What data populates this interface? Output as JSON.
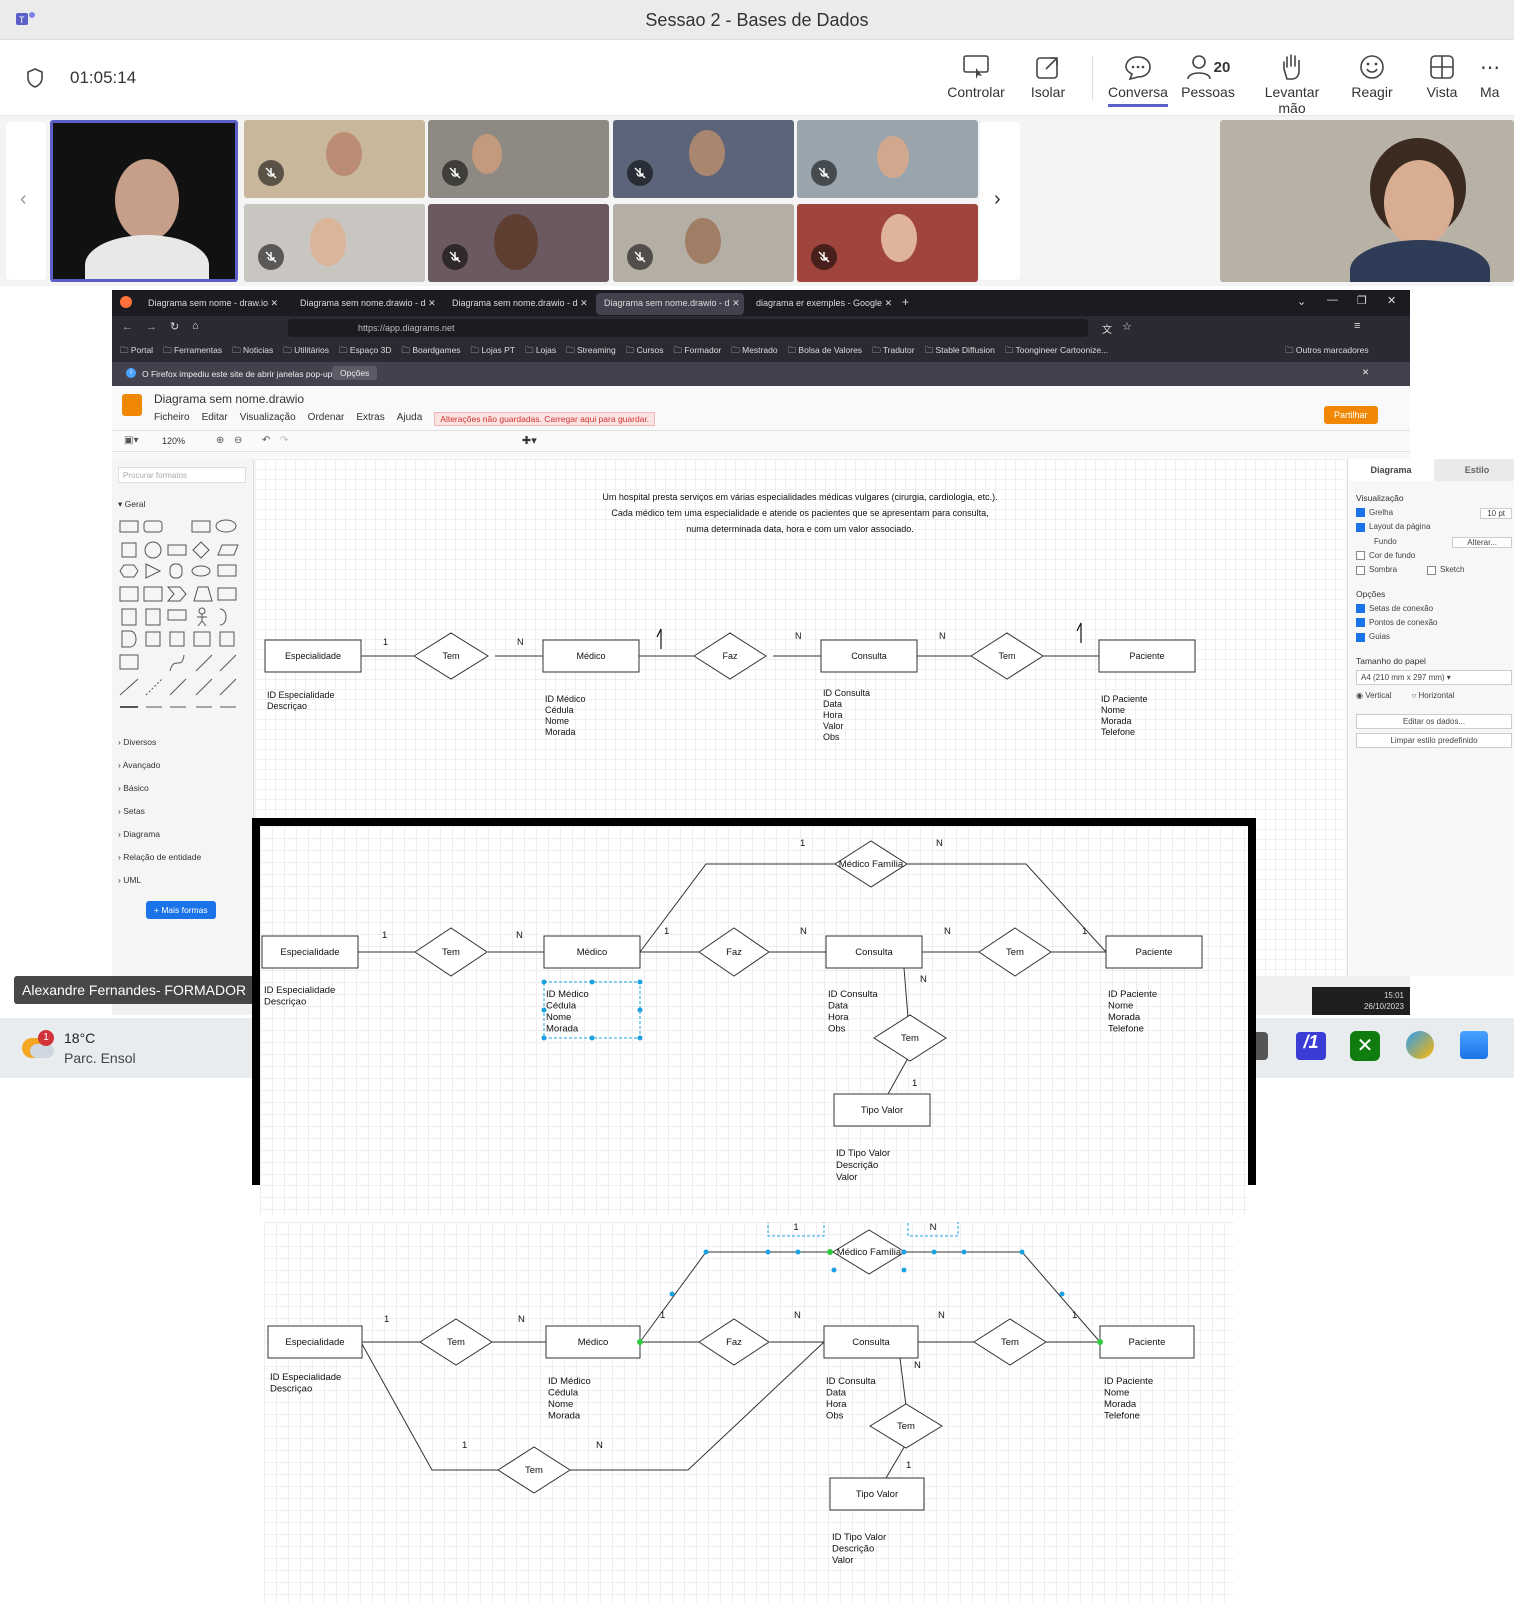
{
  "window_title": "Sessao 2 - Bases de Dados",
  "meeting": {
    "timer": "01:05:14",
    "buttons": [
      {
        "label": "Controlar",
        "icon": "share-screen-icon"
      },
      {
        "label": "Isolar",
        "icon": "pop-out-icon"
      },
      {
        "label": "Conversa",
        "icon": "chat-icon"
      },
      {
        "label": "Pessoas",
        "icon": "people-icon",
        "count": "20"
      },
      {
        "label": "Levantar mão",
        "icon": "raise-hand-icon"
      },
      {
        "label": "Reagir",
        "icon": "emoji-icon"
      },
      {
        "label": "Vista",
        "icon": "grid-view-icon"
      },
      {
        "label": "Ma",
        "icon": "more-icon"
      }
    ],
    "presenter_label": "Alexandre Fernandes- FORMADOR"
  },
  "browser": {
    "tabs": [
      "Diagrama sem nome - draw.io",
      "Diagrama sem nome.drawio - d",
      "Diagrama sem nome.drawio - d",
      "Diagrama sem nome.drawio - d",
      "diagrama er exemples - Google"
    ],
    "url": "https://app.diagrams.net",
    "bookmarks": [
      "Portal",
      "Ferramentas",
      "Noticias",
      "Utilitários",
      "Espaço 3D",
      "Boardgames",
      "Lojas PT",
      "Lojas",
      "Streaming",
      "Cursos",
      "Formador",
      "Mestrado",
      "Bolsa de Valores",
      "Tradutor",
      "Stable Diffusion",
      "Toongineer Cartoonize...",
      "Outros marcadores"
    ],
    "popup_note": "O Firefox impediu este site de abrir janelas pop-up.",
    "popup_btn": "Opções"
  },
  "drawio": {
    "filename": "Diagrama sem nome.drawio",
    "menu": [
      "Ficheiro",
      "Editar",
      "Visualização",
      "Ordenar",
      "Extras",
      "Ajuda"
    ],
    "unsaved": "Alterações não guardadas. Carregar aqui para guardar.",
    "share": "Partilhar",
    "zoom": "120%",
    "search_placeholder": "Procurar formatos",
    "general": "Geral",
    "sections": [
      "Diversos",
      "Avançado",
      "Básico",
      "Setas",
      "Diagrama",
      "Relação de entidade",
      "UML"
    ],
    "more_shapes": "+ Mais formas",
    "format_tabs": [
      "Diagrama",
      "Estilo"
    ],
    "format": {
      "view_title": "Visualização",
      "grid": "Grelha",
      "grid_size": "10 pt",
      "page_layout": "Layout da página",
      "background": "Fundo",
      "change": "Alterar...",
      "bgcolor": "Cor de fundo",
      "shadow": "Sombra",
      "sketch": "Sketch",
      "options": "Opções",
      "conn_arrows": "Setas de conexão",
      "conn_points": "Pontos de conexão",
      "guides": "Guias",
      "paper_size": "Tamanho do papel",
      "paper": "A4 (210 mm x 297 mm)",
      "vertical": "Vertical",
      "horizontal": "Horizontal",
      "edit_data": "Editar os dados...",
      "clear_style": "Limpar estilo predefinido"
    },
    "description": [
      "Um hospital presta serviços em várias especialidades médicas vulgares (cirurgia, cardiologia, etc.).",
      "Cada médico tem uma especialidade e atende os pacientes que se apresentam para consulta,",
      "numa determinada data, hora e com um valor associado."
    ],
    "clock": "15:01",
    "date": "26/10/2023"
  },
  "er": {
    "entities": [
      "Especialidade",
      "Médico",
      "Consulta",
      "Paciente",
      "Tipo Valor"
    ],
    "relations": [
      "Tem",
      "Faz",
      "Médico Família"
    ],
    "attrs": {
      "especialidade": [
        "ID Especialidade",
        "Descriçao"
      ],
      "medico": [
        "ID Médico",
        "Cédula",
        "Nome",
        "Morada"
      ],
      "consulta1": [
        "ID Consulta",
        "Data",
        "Hora",
        "Valor",
        "Obs"
      ],
      "consulta2": [
        "ID Consulta",
        "Data",
        "Hora",
        "Obs"
      ],
      "paciente": [
        "ID Paciente",
        "Nome",
        "Morada",
        "Telefone"
      ],
      "tipovalor": [
        "ID Tipo Valor",
        "Descrição",
        "Valor"
      ]
    },
    "card": {
      "one": "1",
      "n": "N"
    }
  },
  "taskbar": {
    "temp": "18°C",
    "weather": "Parc. Ensol",
    "badge": "1"
  }
}
